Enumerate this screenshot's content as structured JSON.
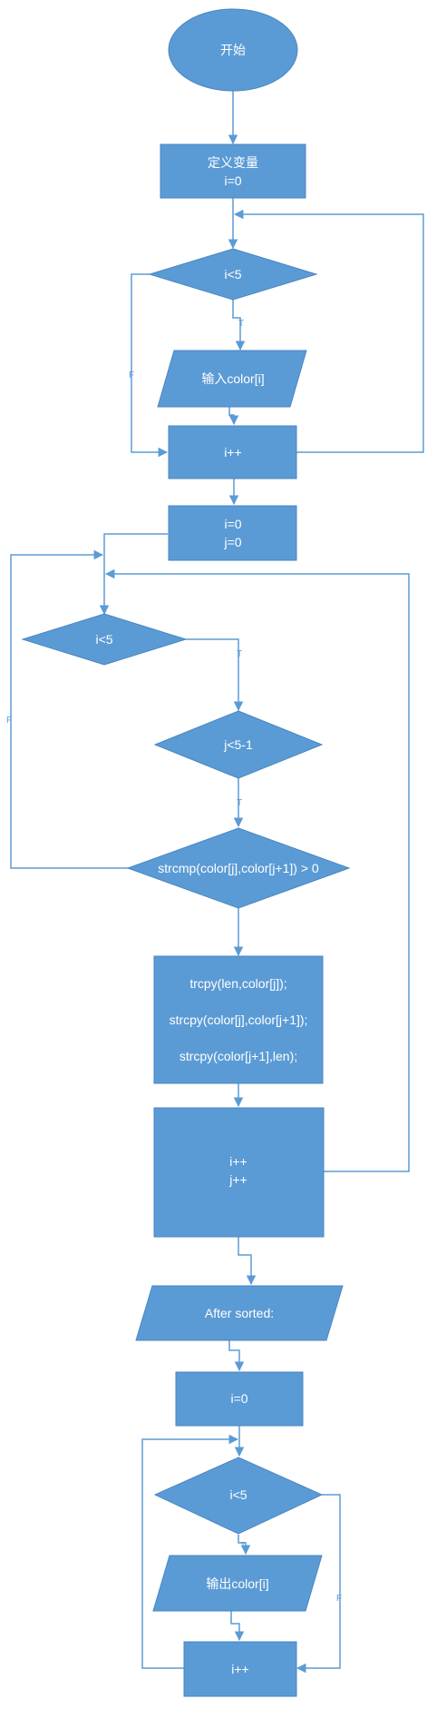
{
  "colors": {
    "node_fill": "#5b9bd5",
    "edge": "#5b9bd5",
    "text": "#ffffff",
    "background": "#ffffff"
  },
  "nodes": {
    "start": {
      "shape": "ellipse",
      "lines": [
        "开始"
      ]
    },
    "init_i": {
      "shape": "rectangle",
      "lines": [
        "定义变量",
        "i=0"
      ]
    },
    "cond_input": {
      "shape": "diamond",
      "lines": [
        "i<5"
      ]
    },
    "input_color": {
      "shape": "parallelogram",
      "lines": [
        "输入color[i]"
      ]
    },
    "incr_input": {
      "shape": "rectangle",
      "lines": [
        "i++"
      ]
    },
    "init_ij": {
      "shape": "rectangle",
      "lines": [
        "i=0",
        "j=0"
      ]
    },
    "cond_outer": {
      "shape": "diamond",
      "lines": [
        "i<5"
      ]
    },
    "cond_inner": {
      "shape": "diamond",
      "lines": [
        "j<5-1"
      ]
    },
    "cond_strcmp": {
      "shape": "diamond",
      "lines": [
        "strcmp(color[j],color[j+1]) > 0"
      ]
    },
    "swap": {
      "shape": "rectangle",
      "lines": [
        "trcpy(len,color[j]);",
        "strcpy(color[j],color[j+1]);",
        "strcpy(color[j+1],len);"
      ]
    },
    "incr_sort": {
      "shape": "rectangle",
      "lines": [
        "i++",
        "j++"
      ]
    },
    "after_sorted": {
      "shape": "parallelogram",
      "lines": [
        "After sorted:"
      ]
    },
    "init_i2": {
      "shape": "rectangle",
      "lines": [
        "i=0"
      ]
    },
    "cond_output": {
      "shape": "diamond",
      "lines": [
        "i<5"
      ]
    },
    "output_color": {
      "shape": "parallelogram",
      "lines": [
        "输出color[i]"
      ]
    },
    "incr_output": {
      "shape": "rectangle",
      "lines": [
        "i++"
      ]
    }
  },
  "edge_labels": {
    "input_true": "T",
    "input_false": "F",
    "outer_true": "T",
    "inner_true": "T",
    "strcmp_false": "F",
    "output_true": "T",
    "output_false": "F"
  }
}
